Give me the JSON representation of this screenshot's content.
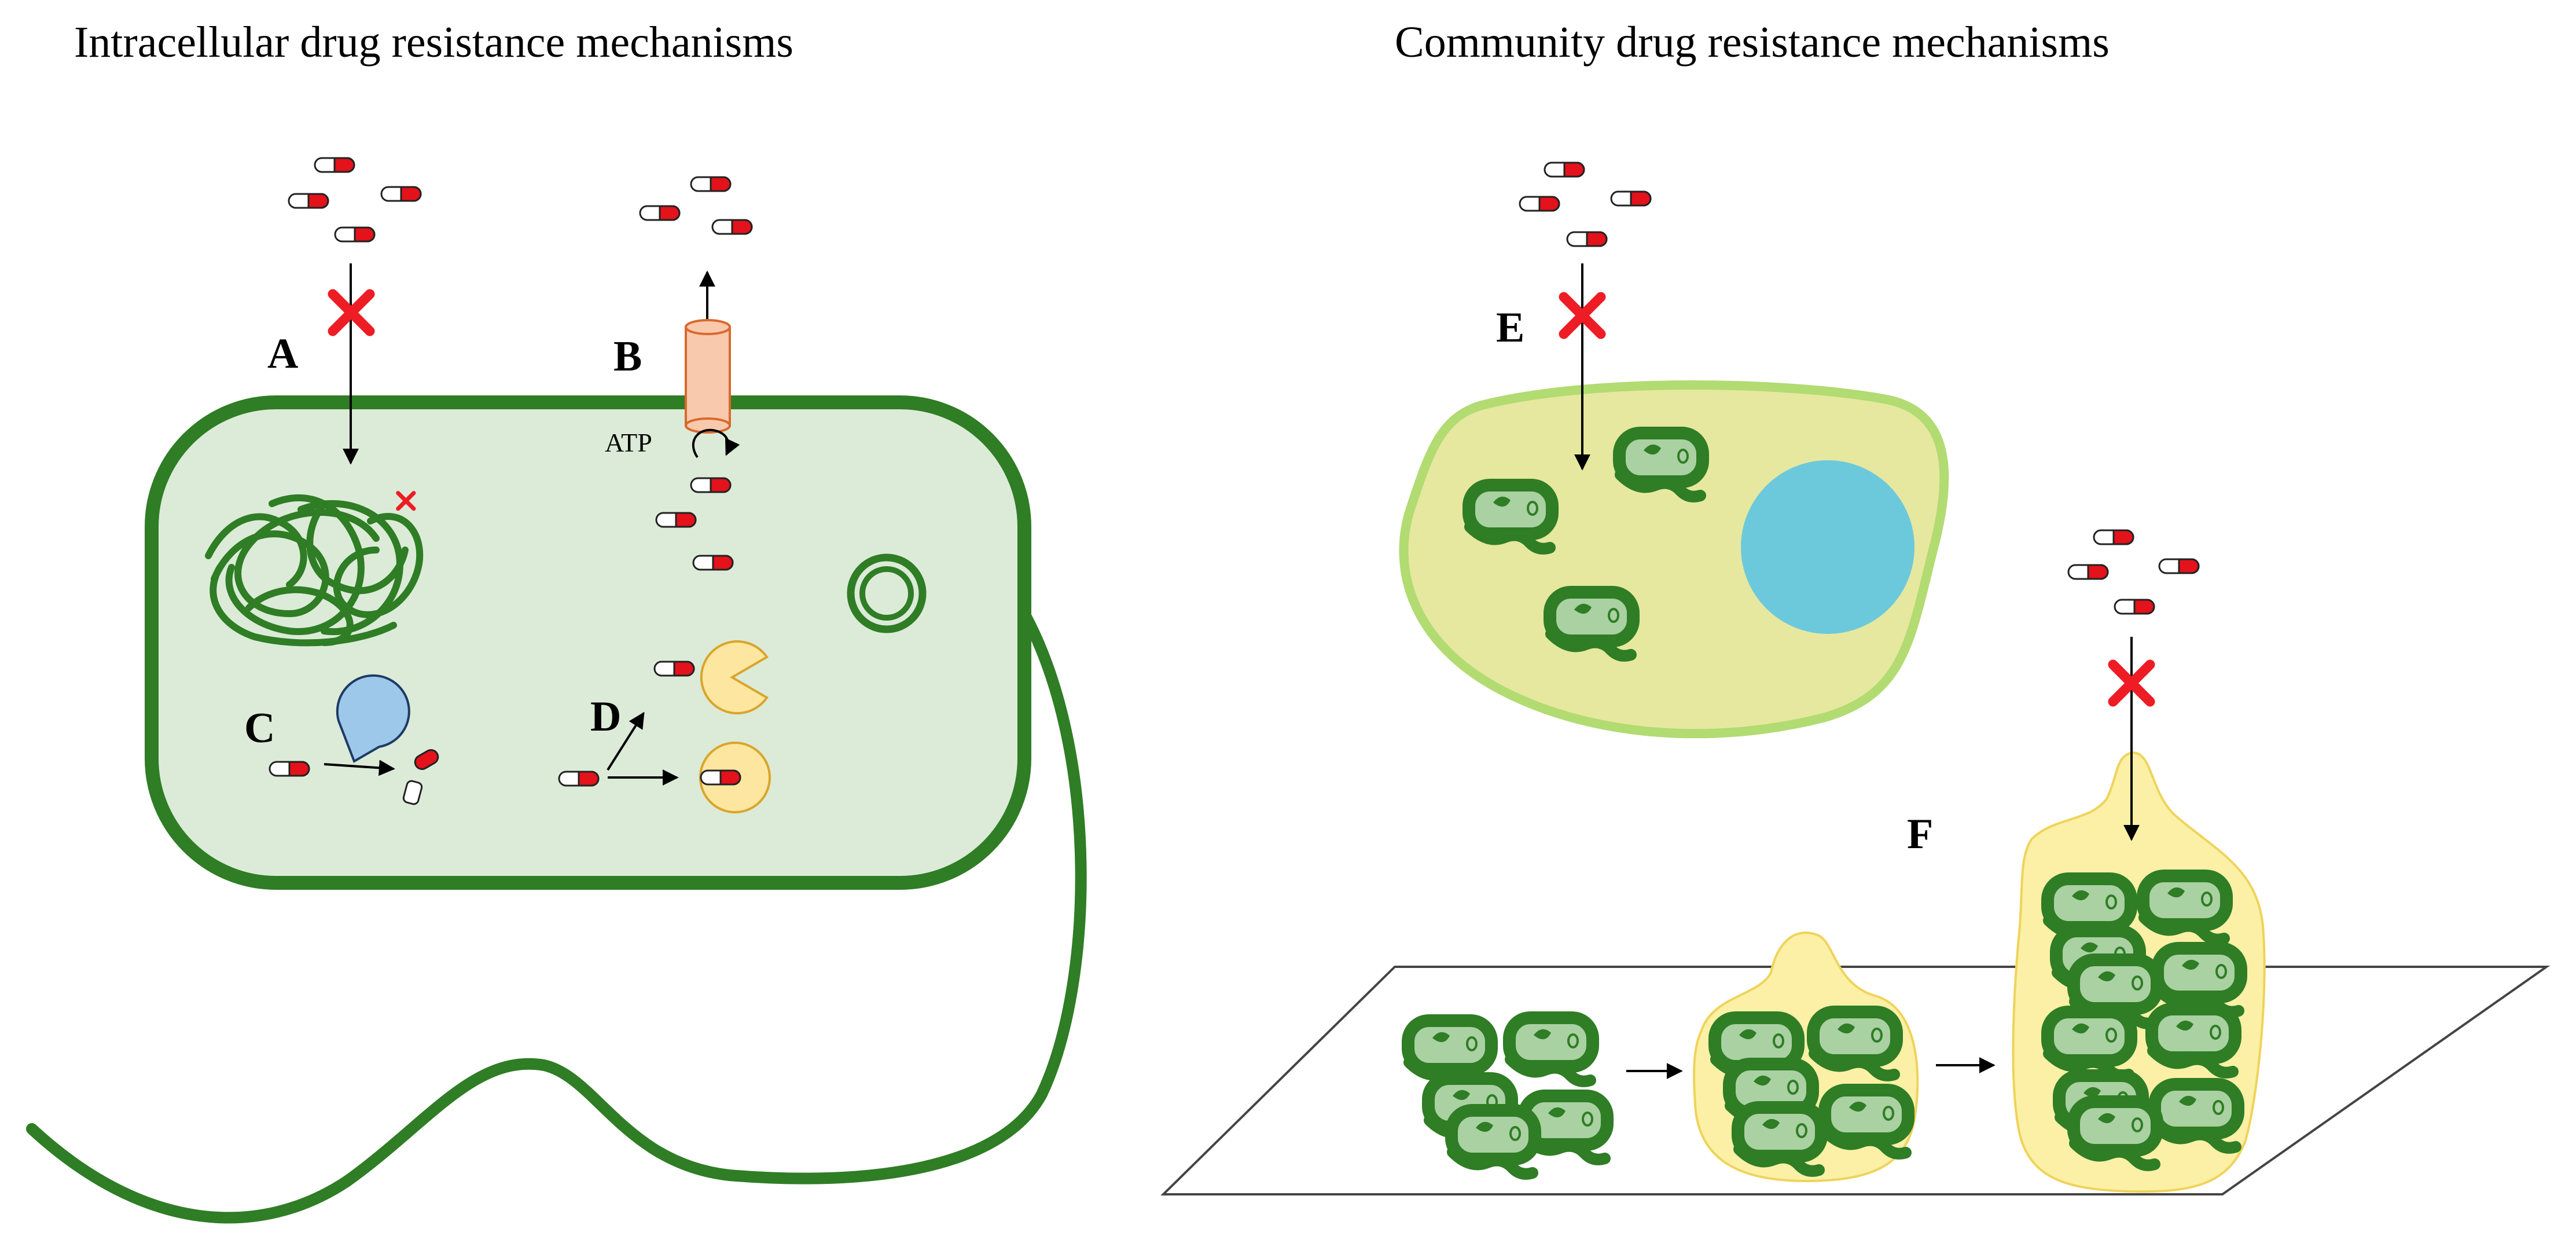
{
  "titles": {
    "left": "Intracellular drug resistance mechanisms",
    "right": "Community drug resistance mechanisms"
  },
  "labels": {
    "a": "A",
    "b": "B",
    "c": "C",
    "d": "D",
    "e": "E",
    "f": "F",
    "atp": "ATP"
  },
  "colors": {
    "cell_fill": "#dcebd8",
    "cell_stroke": "#2f7d25",
    "dna_green": "#2f7d25",
    "capsule_red": "#e3121b",
    "cross_red": "#ee1c24",
    "pump_fill": "#f9c9ad",
    "pump_stroke": "#d9692e",
    "enzyme_blue": "#9dc8ea",
    "enzyme_yellow": "#fde6a0",
    "enzyme_yellow_stroke": "#d9a52a",
    "host_fill": "#e6e89f",
    "host_stroke": "#b2db72",
    "nucleus": "#6cc9dc",
    "biofilm_fill": "#fbf0a6",
    "biofilm_stroke": "#efd35a",
    "bacterium_inner": "#a9d1a2"
  },
  "icons": [
    "drug-capsule-icon",
    "blocked-cross-icon",
    "efflux-pump-icon",
    "degrading-enzyme-icon",
    "modifying-enzyme-icon",
    "plasmid-icon",
    "bacterium-icon"
  ]
}
